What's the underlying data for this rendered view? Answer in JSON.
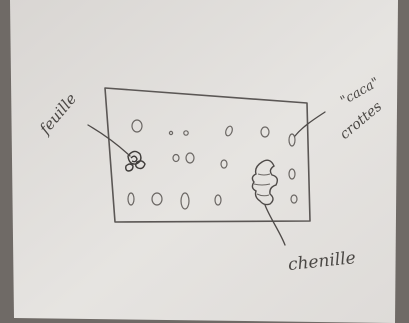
{
  "diagram": {
    "labels": {
      "leaf": "feuille",
      "droppings_top": "\"caca\"",
      "droppings_bottom": "crottes",
      "caterpillar": "chenille"
    }
  }
}
